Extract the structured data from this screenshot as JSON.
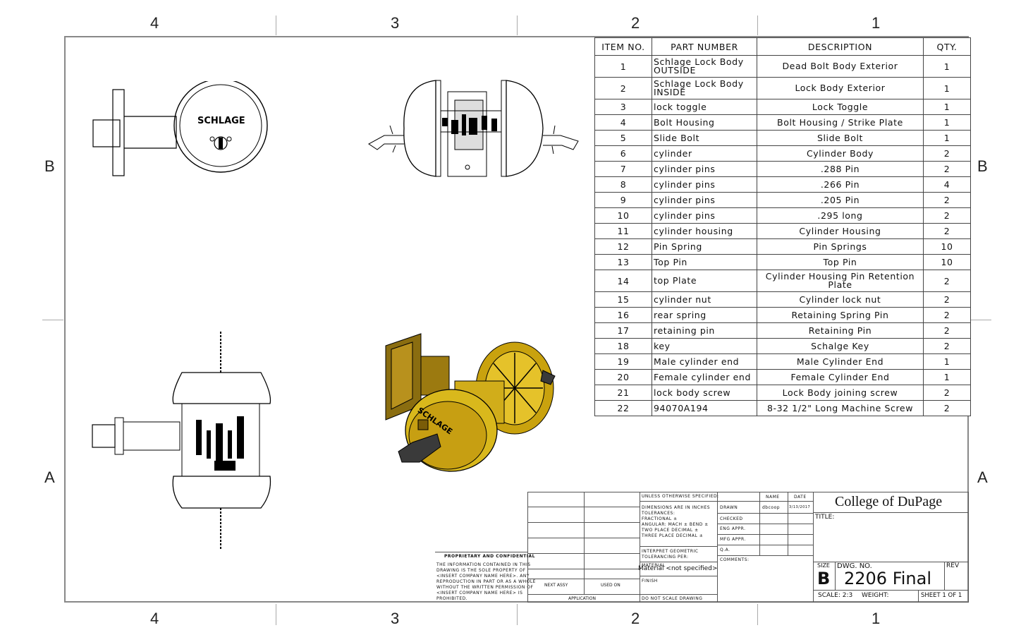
{
  "zones": {
    "columns": [
      "4",
      "3",
      "2",
      "1"
    ],
    "rows": [
      "B",
      "A"
    ]
  },
  "bom": {
    "headers": [
      "ITEM NO.",
      "PART NUMBER",
      "DESCRIPTION",
      "QTY."
    ],
    "rows": [
      [
        "1",
        "Schlage Lock Body OUTSIDE",
        "Dead Bolt Body Exterior",
        "1"
      ],
      [
        "2",
        "Schlage Lock Body INSIDE",
        "Lock Body Exterior",
        "1"
      ],
      [
        "3",
        "lock toggle",
        "Lock Toggle",
        "1"
      ],
      [
        "4",
        "Bolt Housing",
        "Bolt Housing / Strike Plate",
        "1"
      ],
      [
        "5",
        "Slide Bolt",
        "Slide Bolt",
        "1"
      ],
      [
        "6",
        "cylinder",
        "Cylinder Body",
        "2"
      ],
      [
        "7",
        "cylinder pins",
        ".288 Pin",
        "2"
      ],
      [
        "8",
        "cylinder pins",
        ".266 Pin",
        "4"
      ],
      [
        "9",
        "cylinder pins",
        ".205 Pin",
        "2"
      ],
      [
        "10",
        "cylinder pins",
        ".295 long",
        "2"
      ],
      [
        "11",
        "cylinder housing",
        "Cylinder Housing",
        "2"
      ],
      [
        "12",
        "Pin Spring",
        "Pin Springs",
        "10"
      ],
      [
        "13",
        "Top Pin",
        "Top Pin",
        "10"
      ],
      [
        "14",
        "top Plate",
        "Cylinder Housing Pin Retention Plate",
        "2"
      ],
      [
        "15",
        "cylinder nut",
        "Cylinder lock nut",
        "2"
      ],
      [
        "16",
        "rear spring",
        "Retaining Spring Pin",
        "2"
      ],
      [
        "17",
        "retaining pin",
        "Retaining Pin",
        "2"
      ],
      [
        "18",
        "key",
        "Schalge Key",
        "2"
      ],
      [
        "19",
        "Male cylinder end",
        "Male Cylinder End",
        "1"
      ],
      [
        "20",
        "Female cylinder end",
        "Female Cylinder End",
        "1"
      ],
      [
        "21",
        "lock body screw",
        "Lock Body joining screw",
        "2"
      ],
      [
        "22",
        "94070A194",
        "8-32 1/2\" Long Machine Screw",
        "2"
      ]
    ]
  },
  "views": {
    "brand": "SCHLAGE"
  },
  "title_block": {
    "company": "College of DuPage",
    "title_label": "TITLE:",
    "size_label": "SIZE",
    "size": "B",
    "dwg_no_label": "DWG.  NO.",
    "dwg_no": "2206 Final",
    "rev_label": "REV",
    "scale": "SCALE: 2:3",
    "weight_label": "WEIGHT:",
    "sheet": "SHEET 1 OF 1",
    "col_name": "NAME",
    "col_date": "DATE",
    "drawn_label": "DRAWN",
    "drawn_name": "dbcoop",
    "drawn_date": "3/13/2017",
    "checked_label": "CHECKED",
    "eng_label": "ENG APPR.",
    "mfg_label": "MFG APPR.",
    "qa_label": "Q.A.",
    "comments_label": "COMMENTS:",
    "unless": "UNLESS OTHERWISE SPECIFIED:",
    "dims": "DIMENSIONS ARE IN INCHES",
    "tolerances": "TOLERANCES:",
    "fractional": "FRACTIONAL ±",
    "angular": "ANGULAR: MACH ±    BEND ±",
    "two_place": "TWO PLACE DECIMAL    ±",
    "three_place": "THREE PLACE DECIMAL  ±",
    "interpret": "INTERPRET GEOMETRIC",
    "tolerancing": "TOLERANCING PER:",
    "material_label": "MATERIAL",
    "material": "Material <not specified>",
    "finish": "FINISH",
    "next_assy": "NEXT ASSY",
    "used_on": "USED ON",
    "application": "APPLICATION",
    "do_not_scale": "DO NOT SCALE DRAWING",
    "proprietary": "PROPRIETARY AND CONFIDENTIAL",
    "prop_text": [
      "THE INFORMATION CONTAINED IN THIS",
      "DRAWING IS THE SOLE PROPERTY OF",
      "<INSERT COMPANY NAME HERE>.  ANY",
      "REPRODUCTION IN PART OR AS A WHOLE",
      "WITHOUT THE WRITTEN PERMISSION OF",
      "<INSERT COMPANY NAME HERE> IS",
      "PROHIBITED."
    ]
  }
}
